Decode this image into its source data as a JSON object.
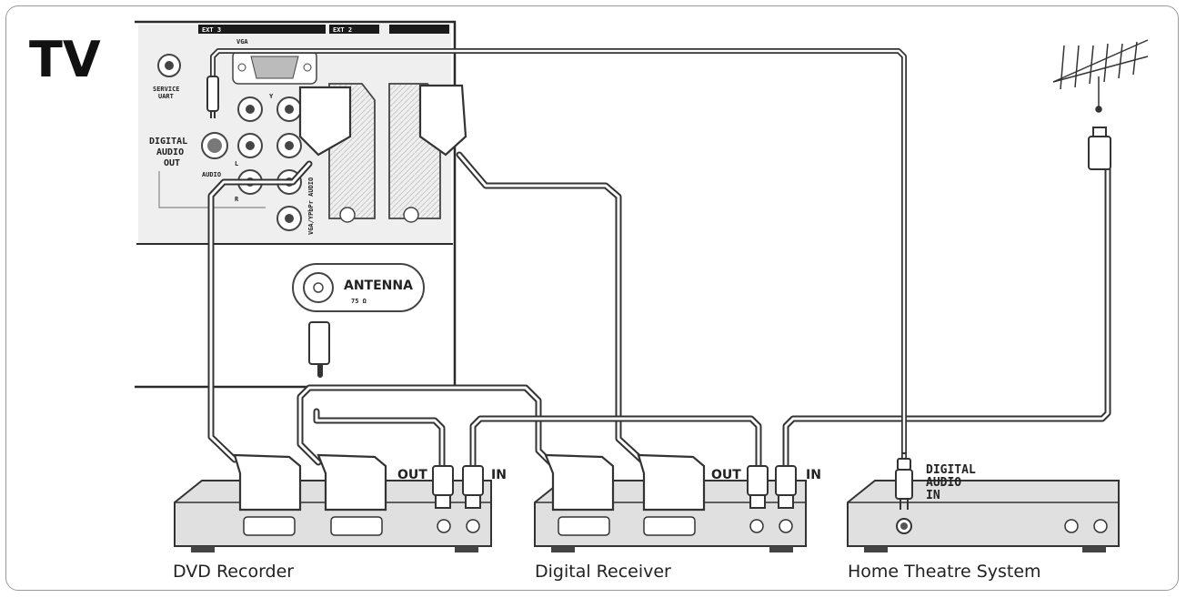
{
  "title": "TV",
  "tv_panel": {
    "ext3": "EXT 3",
    "vga": "VGA",
    "ext2": "EXT 2",
    "service_uart": "SERVICE UART",
    "digital_audio_out": [
      "DIGITAL",
      "AUDIO",
      "OUT"
    ],
    "audio": "AUDIO",
    "l": "L",
    "r": "R",
    "y": "Y",
    "vga_ypbpr_audio": "VGA/YPbPr AUDIO",
    "antenna": "ANTENNA",
    "antenna_ohm": "75 Ω"
  },
  "devices": [
    {
      "name": "DVD Recorder",
      "out": "OUT",
      "in": "IN"
    },
    {
      "name": "Digital Receiver",
      "out": "OUT",
      "in": "IN"
    },
    {
      "name": "Home Theatre System",
      "input_label": [
        "DIGITAL",
        "AUDIO",
        "IN"
      ]
    }
  ]
}
